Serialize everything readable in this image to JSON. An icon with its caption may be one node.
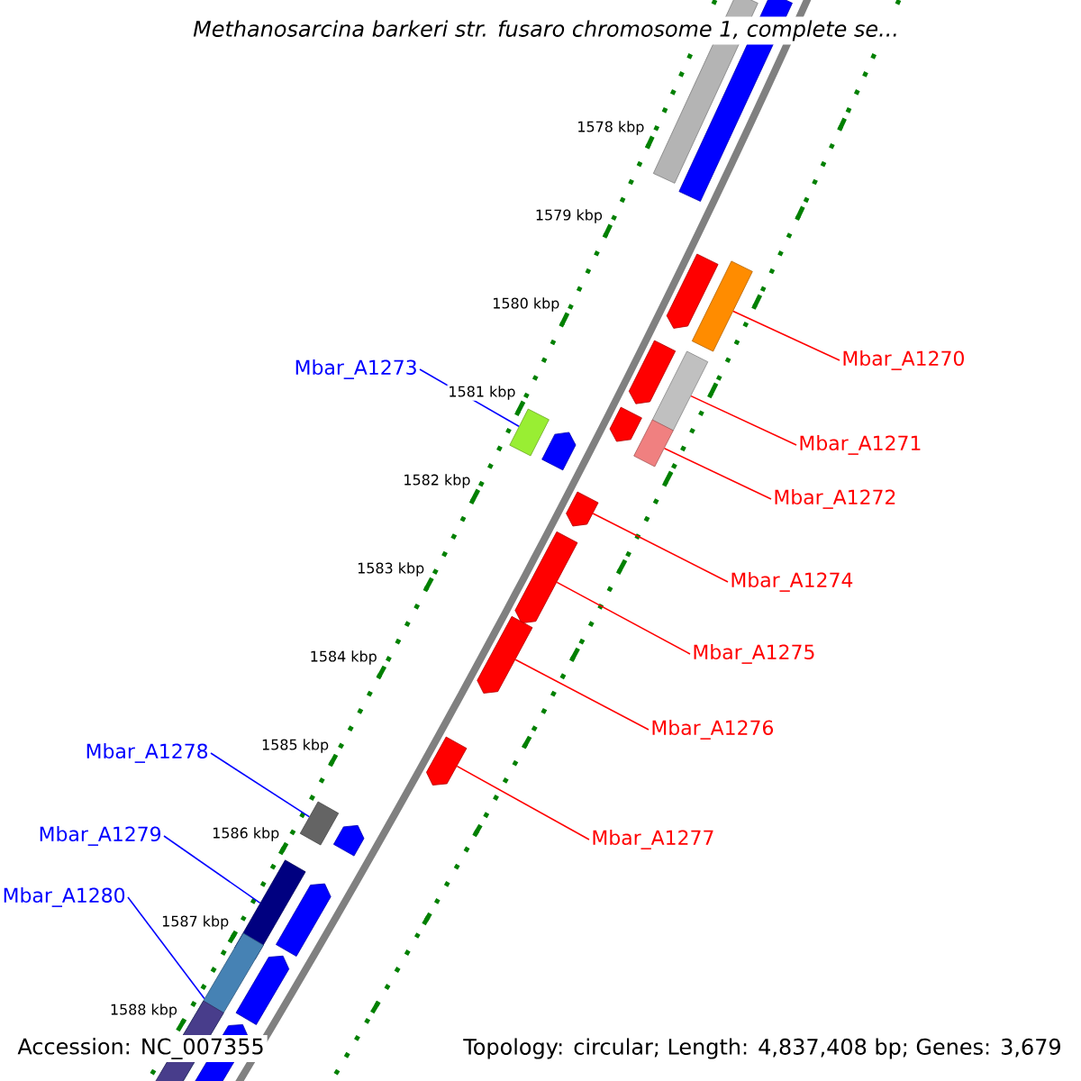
{
  "diagram": {
    "title": "Methanosarcina barkeri str. fusaro chromosome 1, complete se...",
    "nodes": [
      {
        "text": [
          "Mbar_A1270"
        ]
      },
      {
        "text": [],
        "shape": "bar"
      },
      {
        "text": [
          "Mbar_A1271"
        ]
      },
      {
        "text": [],
        "shape": "bar"
      },
      {
        "text": [
          "Mbar_A1272"
        ]
      },
      {
        "text": [],
        "shape": "bar"
      },
      {
        "text": [
          "Mbar_A1273"
        ]
      },
      {
        "text": [],
        "shape": "bar"
      },
      {
        "text": [
          "Mbar_A1274"
        ]
      },
      {
        "text": [],
        "shape": "arrow"
      },
      {
        "text": [
          "Mbar_A1275"
        ]
      },
      {
        "text": [],
        "shape": "arrow"
      },
      {
        "text": [
          "Mbar_A1276"
        ]
      },
      {
        "text": [],
        "shape": "arrow"
      },
      {
        "text": [
          "Mbar_A1277"
        ]
      },
      {
        "text": [],
        "shape": "arrow"
      },
      {
        "text": [
          "Mbar_A1278"
        ]
      },
      {
        "text": [],
        "shape": "bar"
      },
      {
        "text": [
          "Mbar_A1279"
        ]
      },
      {
        "text": [],
        "shape": "bar"
      },
      {
        "text": [
          "Mbar_A1280"
        ]
      },
      {
        "text": [],
        "shape": "bar"
      },
      {
        "text": [],
        "shape": "bar"
      },
      {
        "text": [],
        "shape": "bar"
      },
      {
        "text": [],
        "shape": "arrow"
      },
      {
        "text": [],
        "shape": "arrow"
      },
      {
        "text": [],
        "shape": "arrow"
      },
      {
        "text": [],
        "shape": "arrow"
      },
      {
        "text": [],
        "shape": "arrow"
      },
      {
        "text": [],
        "shape": "arrow"
      },
      {
        "text": [],
        "shape": "arrow"
      },
      {
        "text": [],
        "shape": "bar"
      },
      {
        "text": [],
        "shape": "arrow"
      }
    ],
    "edges": [
      {
        "from": 0,
        "to": 1,
        "arrow": "none"
      },
      {
        "from": 2,
        "to": 3,
        "arrow": "none"
      },
      {
        "from": 4,
        "to": 5,
        "arrow": "none"
      },
      {
        "from": 6,
        "to": 7,
        "arrow": "none",
        "color": "#0000ff"
      },
      {
        "from": 8,
        "to": 9,
        "arrow": "none"
      },
      {
        "from": 10,
        "to": 11,
        "arrow": "none"
      },
      {
        "from": 12,
        "to": 13,
        "arrow": "none"
      },
      {
        "from": 14,
        "to": 15,
        "arrow": "none"
      },
      {
        "from": 16,
        "to": 17,
        "arrow": "none",
        "color": "#0000ff"
      },
      {
        "from": 18,
        "to": 19,
        "arrow": "none",
        "color": "#0000ff"
      },
      {
        "from": 20,
        "to": 21,
        "arrow": "none",
        "color": "#0000ff"
      }
    ],
    "labels": [
      "1578 kbp",
      "1579 kbp",
      "1580 kbp",
      "1581 kbp",
      "1582 kbp",
      "1583 kbp",
      "1584 kbp",
      "1585 kbp",
      "1586 kbp",
      "1587 kbp",
      "1588 kbp",
      "Accession: NC_007355",
      "Topology: circular; Length: 4,837,408 bp; Genes: 3,679"
    ]
  }
}
